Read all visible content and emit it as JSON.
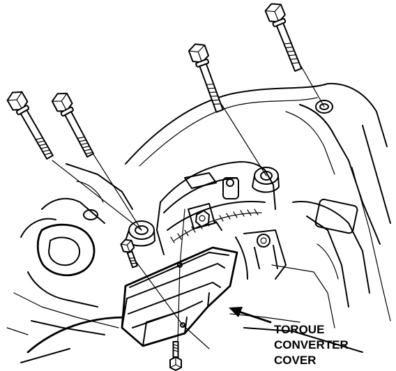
{
  "callout": {
    "line1": "TORQUE",
    "line2": "CONVERTER",
    "line3": "COVER"
  },
  "parts": [
    "transmission-housing",
    "engine-block",
    "torque-converter-cover",
    "long-mounting-bolt",
    "short-cover-bolt"
  ]
}
